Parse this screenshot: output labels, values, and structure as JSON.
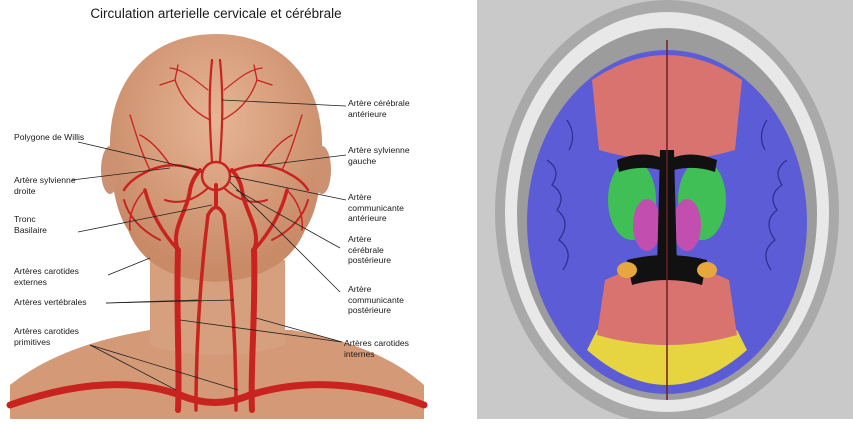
{
  "title": "Circulation arterielle cervicale et cérébrale",
  "labels_left": [
    {
      "id": "polygone-willis",
      "text": "Polygone de Willis"
    },
    {
      "id": "artere-sylvienne-droite",
      "text": "Artère sylvienne\ndroite"
    },
    {
      "id": "tronc-basilaire",
      "text": "Tronc\nBasilaire"
    },
    {
      "id": "arteres-carotides-externes",
      "text": "Artères carotides\nexternes"
    },
    {
      "id": "arteres-vertebrales",
      "text": "Artères vertébrales"
    },
    {
      "id": "arteres-carotides-primitives",
      "text": "Artères carotides\nprimitives"
    }
  ],
  "labels_right": [
    {
      "id": "artere-cerebrale-anterieure",
      "text": "Artère cérébrale\nantérieure"
    },
    {
      "id": "artere-sylvienne-gauche",
      "text": "Artère sylvienne\ngauche"
    },
    {
      "id": "artere-communicante-anterieure",
      "text": "Artère\ncommunicante\nantérieure"
    },
    {
      "id": "artere-cerebrale-posterieure",
      "text": "Artère\ncérébrale\npostérieure"
    },
    {
      "id": "artere-communicante-posterieure",
      "text": "Artère\ncommunicante\npostérieure"
    },
    {
      "id": "arteres-carotides-internes",
      "text": "Artères carotides\ninternes"
    }
  ],
  "colors": {
    "skin": "#d9a07e",
    "skin_shadow": "#c98a68",
    "artery": "#c8231e",
    "brain_frontal": "#d9736f",
    "brain_lateral": "#5c5cd6",
    "brain_occipital": "#e6d440",
    "brain_thalamus": "#3fbf55",
    "brain_caudate": "#c24fb0",
    "ventricle": "#111111"
  }
}
